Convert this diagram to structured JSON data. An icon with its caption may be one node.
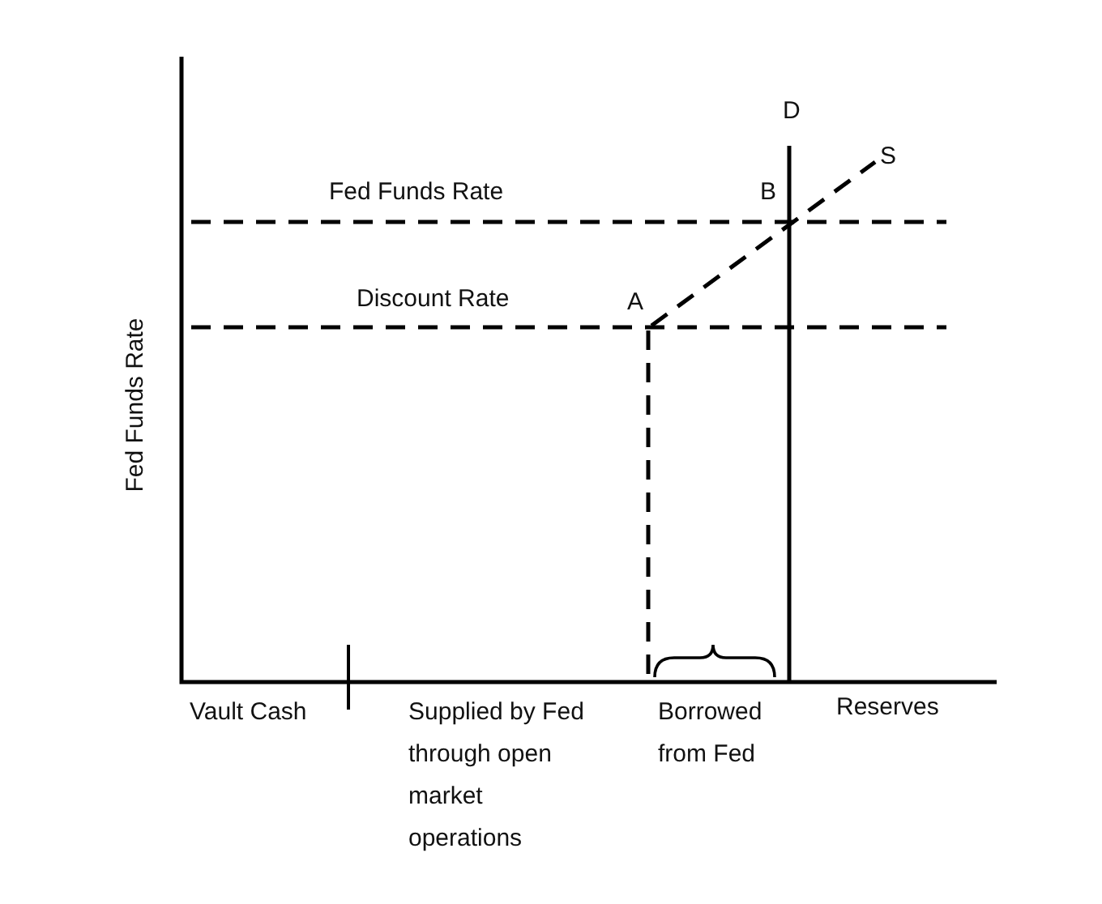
{
  "diagram": {
    "labels": [
      "D",
      "S",
      "Fed Funds Rate",
      "B",
      "Discount Rate",
      "A",
      "Fed Funds Rate",
      "Vault Cash",
      "Supplied by Fed through open market operations",
      "Borrowed from Fed",
      "Reserves"
    ]
  }
}
